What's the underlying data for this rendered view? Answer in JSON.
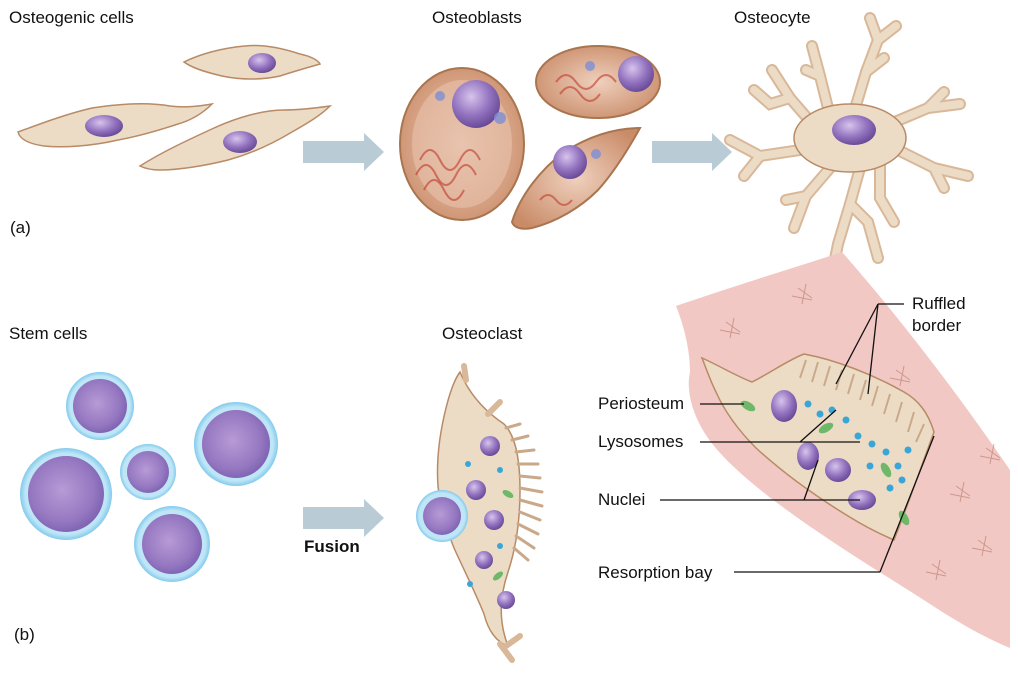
{
  "panel_a": {
    "marker": "(a)",
    "labels": {
      "osteogenic": "Osteogenic cells",
      "osteoblasts": "Osteoblasts",
      "osteocyte": "Osteocyte"
    }
  },
  "panel_b": {
    "marker": "(b)",
    "labels": {
      "stem": "Stem cells",
      "osteoclast": "Osteoclast",
      "fusion": "Fusion",
      "ruffled_line1": "Ruffled",
      "ruffled_line2": "border",
      "periosteum": "Periosteum",
      "lysosomes": "Lysosomes",
      "nuclei": "Nuclei",
      "resorption_bay": "Resorption bay"
    }
  },
  "colors": {
    "cell_body": "#ecdcc6",
    "cell_outline": "#b88a66",
    "nucleus": "#8f6bb8",
    "arrow": "#b9ccd6",
    "stem_rim": "#5cb8e6",
    "bone": "#f2c8c4",
    "lysosome": "#3aa6d8",
    "mitochondria": "#6fb86a",
    "osteoblast_fill": "#e2b8a0"
  }
}
